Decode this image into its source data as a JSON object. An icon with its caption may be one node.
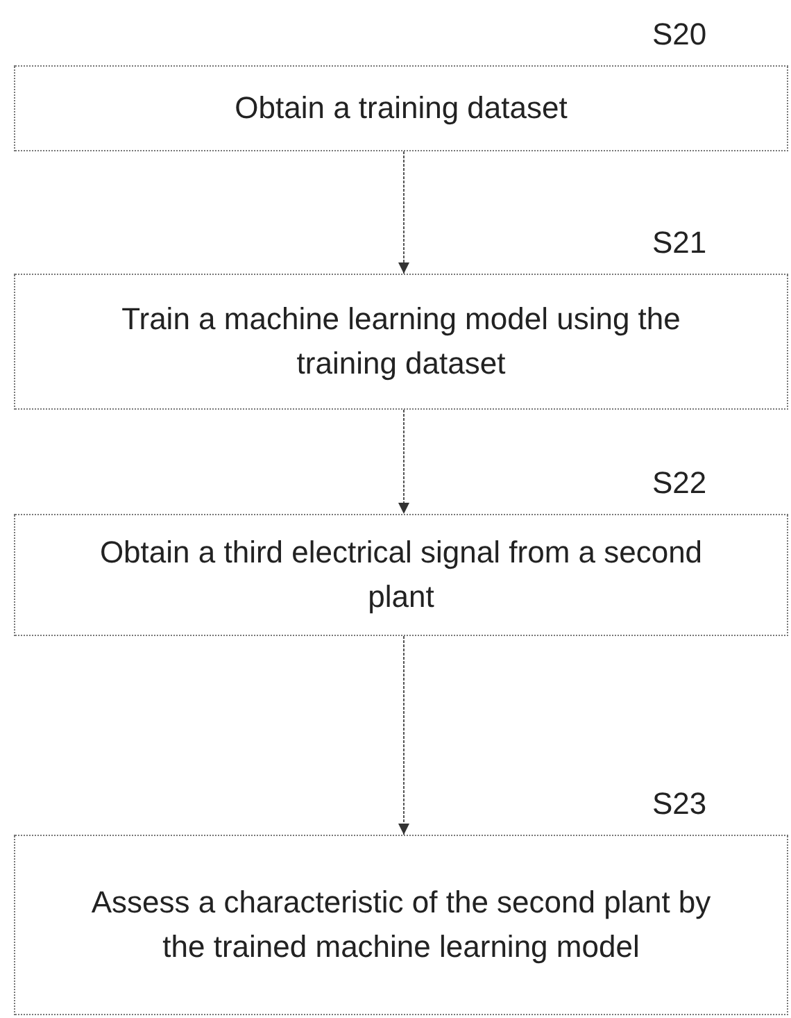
{
  "diagram": {
    "nodes": [
      {
        "text": [
          "Obtain a training dataset"
        ],
        "beside": [
          "S20"
        ]
      },
      {
        "text": [
          "Train a machine learning model using the training dataset"
        ],
        "beside": [
          "S21"
        ]
      },
      {
        "text": [
          "Obtain a third electrical signal from a second plant"
        ],
        "beside": [
          "S22"
        ]
      },
      {
        "text": [
          "Assess a characteristic of the second plant by the trained machine learning model"
        ],
        "beside": [
          "S23"
        ]
      }
    ],
    "edges": [
      {
        "from": 0,
        "to": 1,
        "arrow": "to"
      },
      {
        "from": 1,
        "to": 2,
        "arrow": "to"
      },
      {
        "from": 2,
        "to": 3,
        "arrow": "to"
      }
    ]
  }
}
